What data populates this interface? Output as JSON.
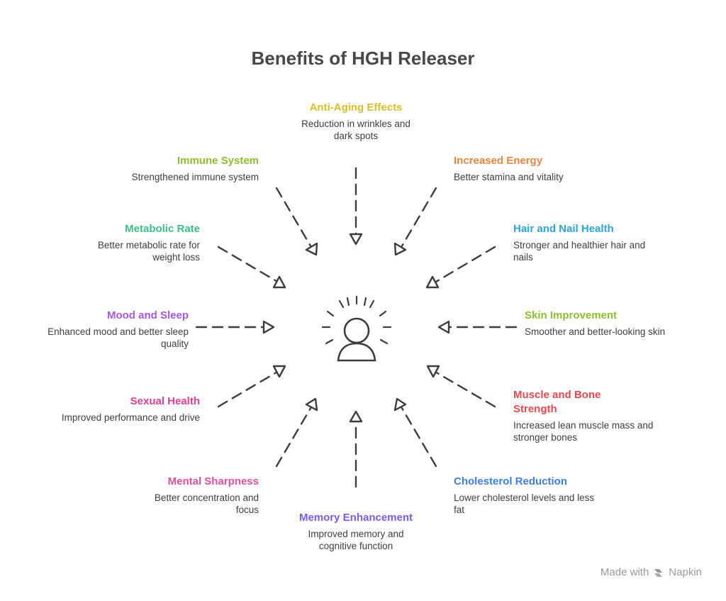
{
  "title": "Benefits of HGH Releaser",
  "benefits": [
    {
      "id": "anti-aging",
      "title": "Anti-Aging Effects",
      "desc": "Reduction in wrinkles and dark spots",
      "color": "#d4c127"
    },
    {
      "id": "increased-energy",
      "title": "Increased Energy",
      "desc": "Better stamina and vitality",
      "color": "#e8853f"
    },
    {
      "id": "hair-nail",
      "title": "Hair and Nail Health",
      "desc": "Stronger and healthier hair and nails",
      "color": "#2fa4d6"
    },
    {
      "id": "skin-improvement",
      "title": "Skin Improvement",
      "desc": "Smoother and better-looking skin",
      "color": "#8cbf2e"
    },
    {
      "id": "muscle-bone",
      "title": "Muscle and Bone Strength",
      "desc": "Increased lean muscle mass and stronger bones",
      "color": "#e5484d"
    },
    {
      "id": "cholesterol",
      "title": "Cholesterol Reduction",
      "desc": "Lower cholesterol levels and less fat",
      "color": "#3f7fe0"
    },
    {
      "id": "memory",
      "title": "Memory Enhancement",
      "desc": "Improved memory and cognitive function",
      "color": "#7a5ae6"
    },
    {
      "id": "mental",
      "title": "Mental Sharpness",
      "desc": "Better concentration and focus",
      "color": "#e04fa0"
    },
    {
      "id": "sexual",
      "title": "Sexual Health",
      "desc": "Improved performance and drive",
      "color": "#e03f93"
    },
    {
      "id": "mood-sleep",
      "title": "Mood and Sleep",
      "desc": "Enhanced mood and better sleep quality",
      "color": "#a956e0"
    },
    {
      "id": "metabolic",
      "title": "Metabolic Rate",
      "desc": "Better metabolic rate for weight loss",
      "color": "#3cbf84"
    },
    {
      "id": "immune",
      "title": "Immune System",
      "desc": "Strengthened immune system",
      "color": "#8cbf2e"
    }
  ],
  "center_icon": "radiant-person-icon",
  "arrow_icon": "dashed-arrow-icon",
  "footer": {
    "text": "Made with",
    "brand": "Napkin",
    "logo_icon": "napkin-logo-icon"
  }
}
